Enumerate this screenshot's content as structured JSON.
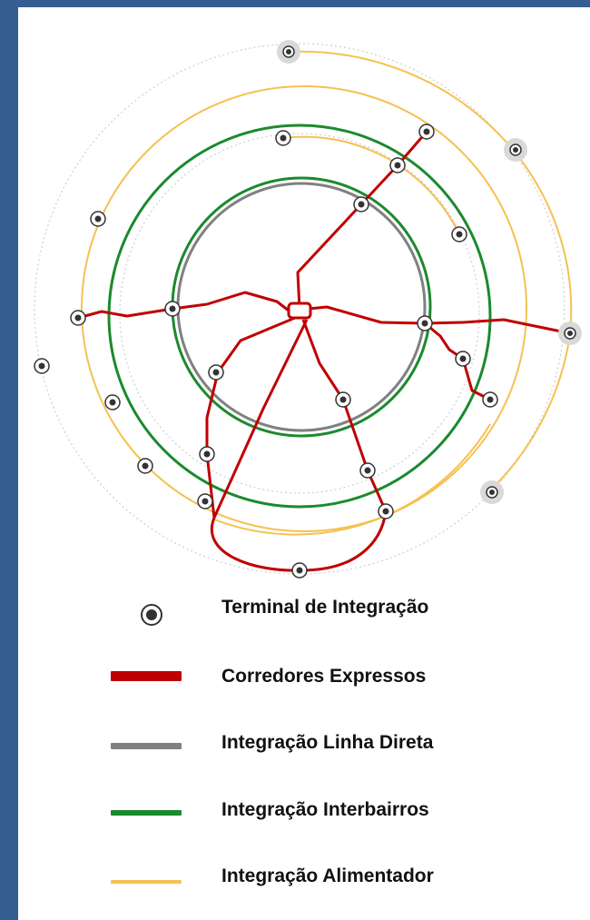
{
  "legend": {
    "terminal": "Terminal de Integração",
    "express": "Corredores Expressos",
    "direct": "Integração Linha Direta",
    "interbairros": "Integração Interbairros",
    "feeder": "Integração Alimentador"
  },
  "colors": {
    "frame": "#365f91",
    "express": "#c00000",
    "direct": "#808080",
    "interbairros": "#1a8a2e",
    "feeder": "#f5c150",
    "dotted": "#c8c8c8",
    "terminal": "#333333"
  }
}
